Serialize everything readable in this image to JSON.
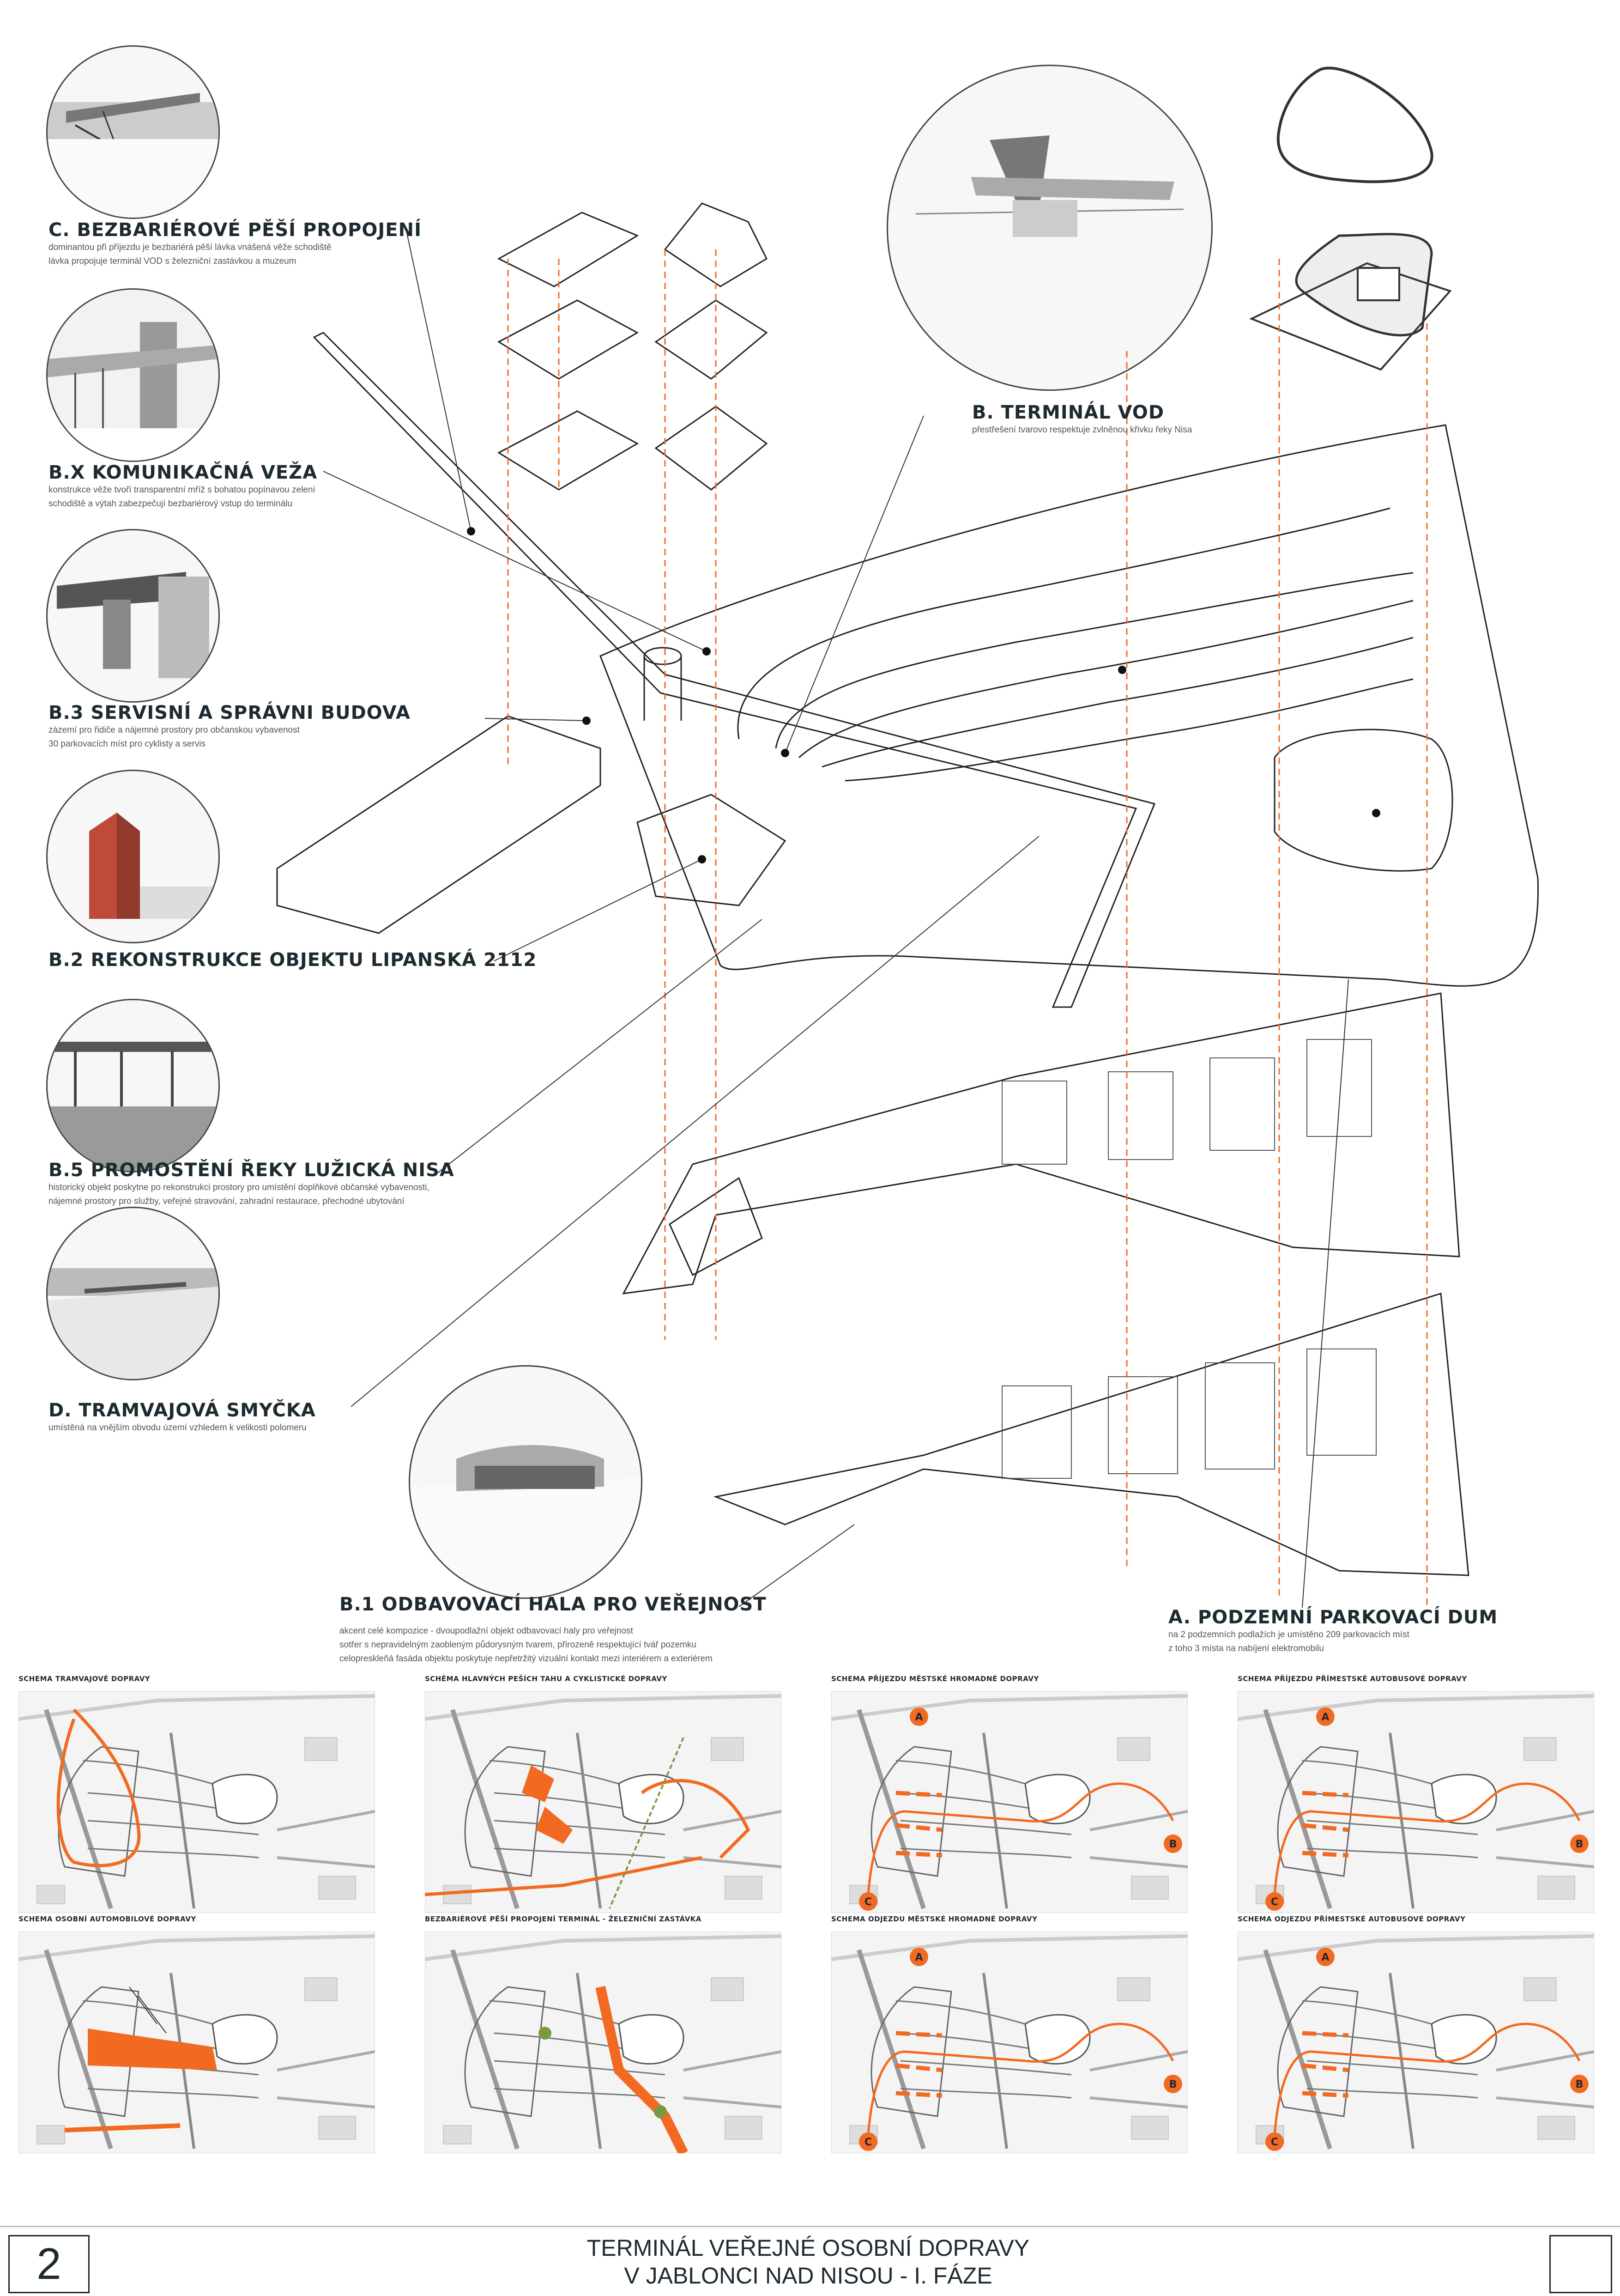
{
  "labels": {
    "c": {
      "title": "C. BEZBARIÉROVÉ PĚŠÍ PROPOJENÍ",
      "lines": [
        "dominantou při příjezdu je bezbariérá pěší lávka vnášená věže schodiště",
        "lávka propojuje terminál VOD s železniční zastávkou a muzeum"
      ]
    },
    "bx": {
      "title": "B.X KOMUNIKAČNÁ VEŽA",
      "lines": [
        "konstrukce věže tvoří transparentní mříž s bohatou popínavou zelení",
        "schodiště a výtah zabezpečují bezbariérový vstup do terminálu"
      ]
    },
    "b3": {
      "title": "B.3 SERVISNÍ A SPRÁVNI BUDOVA",
      "lines": [
        "zázemí pro řidiče a nájemné prostory pro občanskou vybavenost",
        "30 parkovacích míst pro cyklisty a servis"
      ]
    },
    "b2": {
      "title": "B.2 REKONSTRUKCE OBJEKTU LIPANSKÁ 2112",
      "lines": []
    },
    "b5": {
      "title": "B.5 PROMOSTĚNÍ ŘEKY LUŽICKÁ NISA",
      "lines": [
        "historický objekt poskytne po rekonstrukci prostory pro umístění doplňkové občanské vybavenosti,",
        "nájemné prostory pro služby, veřejné stravování, zahradní restaurace, přechodné ubytování"
      ]
    },
    "d": {
      "title": "D. TRAMVAJOVÁ SMYČKA",
      "lines": [
        "umístěná na vnějším obvodu území vzhledem k velikosti polomeru"
      ]
    },
    "b": {
      "title": "B. TERMINÁL VOD",
      "lines": [
        "přestřešení tvarovo respektuje zvlněnou křivku řeky Nisa"
      ]
    },
    "b1": {
      "title": "B.1 ODBAVOVACÍ HALA PRO VEŘEJNOST",
      "lines": [
        "akcent celé kompozice - dvoupodlažní objekt odbavovací haly pro veřejnost",
        "sotřer s nepravidelným zaobleným půdorysným tvarem, přirozeně respektující tvář pozemku",
        "celopreskleňá fasáda objektu poskytuje nepřetržitý vizuální kontakt mezi interiérem a exteriérem"
      ]
    },
    "a": {
      "title": "A. PODZEMNÍ PARKOVACÍ DUM",
      "lines": [
        "na 2 podzemních podlažích je umístěno 209 parkovacích míst",
        "z toho 3 místa na nabíjení elektromobilu"
      ]
    }
  },
  "schemes": [
    {
      "title": "SCHEMA TRAMVAJOVÉ DOPRAVY",
      "kind": "tram"
    },
    {
      "title": "SCHÉMA HLAVNÝCH PEŠÍCH TAHU A CYKLISTICKÉ DOPRAVY",
      "kind": "ped"
    },
    {
      "title": "SCHEMA PŘÍJEZDU MĚSTSKÉ HROMADNÉ DOPRAVY",
      "kind": "bus",
      "markers": [
        "A",
        "B",
        "C"
      ]
    },
    {
      "title": "SCHEMA PŘÍJEZDU PŘÍMESTSKÉ AUTOBUSOVÉ DOPRAVY",
      "kind": "bus",
      "markers": [
        "A",
        "B",
        "C"
      ]
    },
    {
      "title": "SCHEMA OSOBNÍ AUTOMOBILOVÉ DOPRAVY",
      "kind": "car"
    },
    {
      "title": "BEZBARIÉROVÉ PĚŠÍ PROPOJENÍ TERMINÁL - ŽELEZNIČNÍ ZASTÁVKA",
      "kind": "bridge"
    },
    {
      "title": "SCHEMA ODJEZDU MĚSTSKÉ HROMADNÉ DOPRAVY",
      "kind": "bus",
      "markers": [
        "A",
        "B",
        "C"
      ]
    },
    {
      "title": "SCHEMA ODJEZDU PŘÍMESTSKÉ AUTOBUSOVÉ DOPRAVY",
      "kind": "bus",
      "markers": [
        "A",
        "B",
        "C"
      ]
    }
  ],
  "footer": {
    "page_number": "2",
    "title_line1": "TERMINÁL VEŘEJNÉ OSOBNÍ DOPRAVY",
    "title_line2": "V JABLONCI NAD NISOU - I. FÁZE"
  },
  "colors": {
    "accent": "#f26a21",
    "ink": "#1d2a30",
    "line": "#333333"
  }
}
